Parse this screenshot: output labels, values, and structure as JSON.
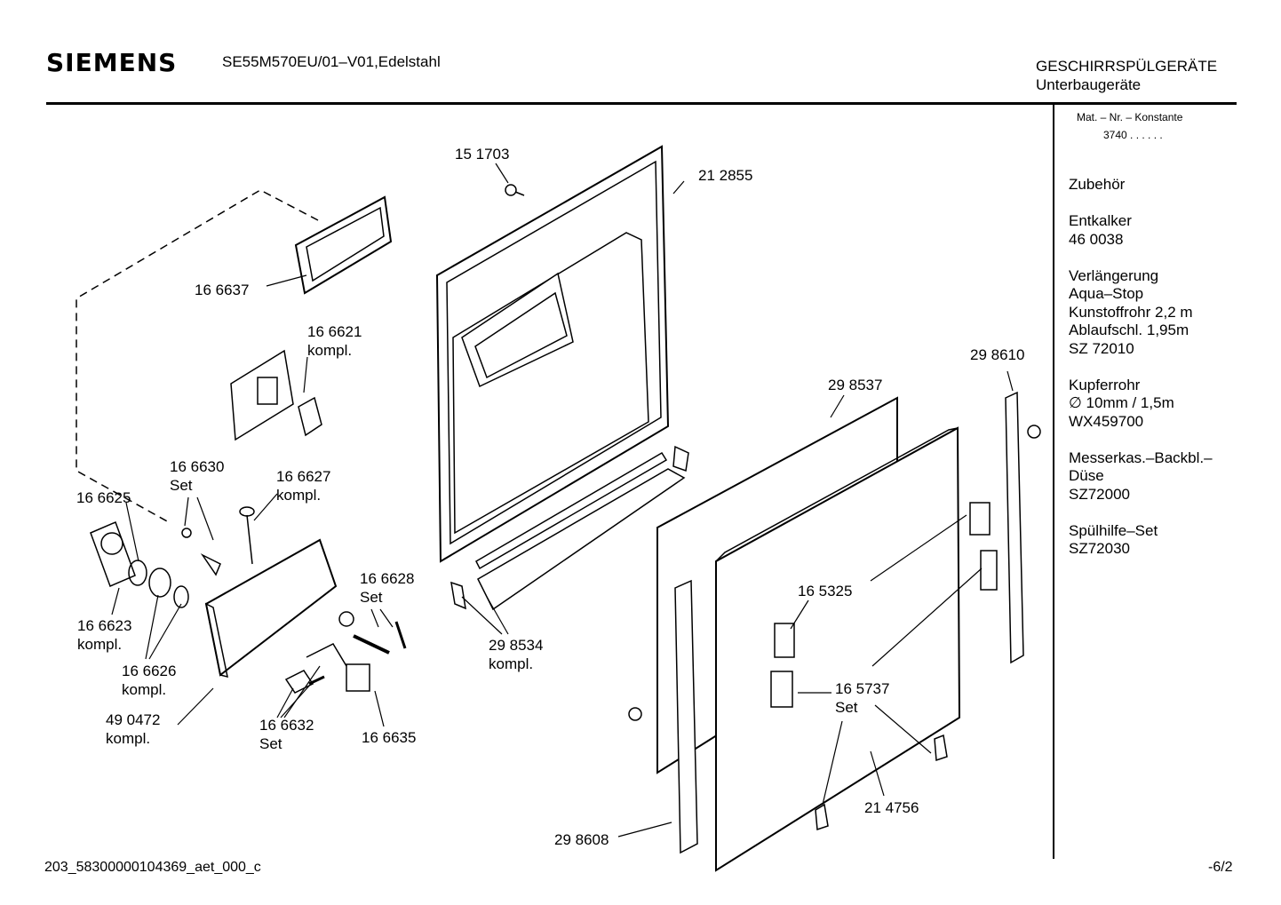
{
  "header": {
    "brand": "SIEMENS",
    "model": "SE55M570EU/01–V01,Edelstahl",
    "category": "GESCHIRRSPÜLGERÄTE",
    "subcategory": "Unterbaugeräte"
  },
  "sidebar": {
    "mat_label": "Mat. – Nr. – Konstante",
    "mat_value": "3740 . .   . . . .",
    "title": "Zubehör",
    "groups": [
      {
        "lines": [
          "Entkalker",
          "46 0038"
        ]
      },
      {
        "lines": [
          "Verlängerung",
          "Aqua–Stop",
          "Kunstoffrohr 2,2 m",
          "Ablaufschl. 1,95m",
          "SZ 72010"
        ]
      },
      {
        "lines": [
          "Kupferrohr",
          "∅ 10mm / 1,5m",
          "WX459700"
        ]
      },
      {
        "lines": [
          "Messerkas.–Backbl.–",
          "Düse",
          "SZ72000"
        ]
      },
      {
        "lines": [
          "Spülhilfe–Set",
          "SZ72030"
        ]
      }
    ]
  },
  "parts": [
    {
      "number": "15 1703",
      "note": ""
    },
    {
      "number": "21 2855",
      "note": ""
    },
    {
      "number": "16 6637",
      "note": ""
    },
    {
      "number": "16 6621",
      "note": "kompl."
    },
    {
      "number": "16 6630",
      "note": "Set"
    },
    {
      "number": "16 6627",
      "note": "kompl."
    },
    {
      "number": "16 6625",
      "note": ""
    },
    {
      "number": "16 6623",
      "note": "kompl."
    },
    {
      "number": "16 6626",
      "note": "kompl."
    },
    {
      "number": "49 0472",
      "note": "kompl."
    },
    {
      "number": "16 6628",
      "note": "Set"
    },
    {
      "number": "16 6632",
      "note": "Set"
    },
    {
      "number": "16 6635",
      "note": ""
    },
    {
      "number": "29 8534",
      "note": "kompl."
    },
    {
      "number": "29 8537",
      "note": ""
    },
    {
      "number": "29 8610",
      "note": ""
    },
    {
      "number": "16 5325",
      "note": ""
    },
    {
      "number": "16 5737",
      "note": "Set"
    },
    {
      "number": "21 4756",
      "note": ""
    },
    {
      "number": "29 8608",
      "note": ""
    }
  ],
  "footer": {
    "doc_id": "203_58300000104369_aet_000_c",
    "page": "-6/2"
  }
}
